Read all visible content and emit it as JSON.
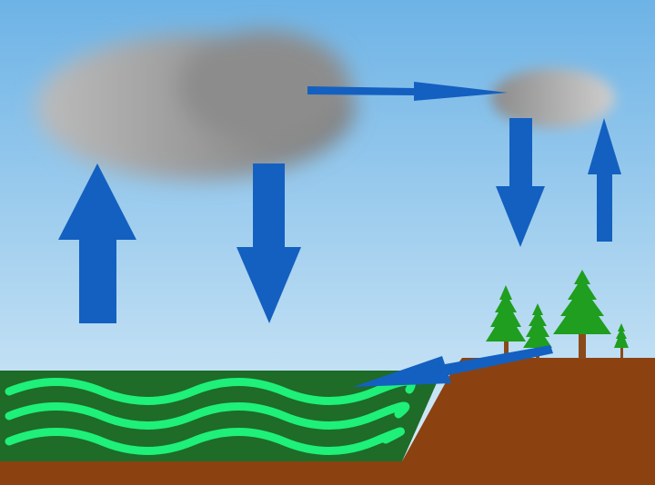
{
  "diagram": {
    "colors": {
      "sky_top": "#6db3e6",
      "sky_bottom": "#dceef8",
      "cloud": "#8c8c8c",
      "arrow": "#1460c0",
      "water": "#1f6b28",
      "wave": "#1ef07a",
      "soil": "#8b4210",
      "tree": "#1f9e1f",
      "trunk": "#8b4a1a"
    },
    "elements": [
      {
        "name": "sky",
        "kind": "background"
      },
      {
        "name": "large-cloud",
        "kind": "cloud"
      },
      {
        "name": "small-cloud",
        "kind": "cloud"
      },
      {
        "name": "ocean",
        "kind": "water"
      },
      {
        "name": "land",
        "kind": "ground"
      },
      {
        "name": "forest",
        "kind": "trees",
        "count": 4
      },
      {
        "name": "evaporation-arrow",
        "kind": "arrow",
        "direction": "up"
      },
      {
        "name": "precipitation-arrow-ocean",
        "kind": "arrow",
        "direction": "down"
      },
      {
        "name": "advection-arrow",
        "kind": "arrow",
        "direction": "right"
      },
      {
        "name": "precipitation-arrow-land",
        "kind": "arrow",
        "direction": "down"
      },
      {
        "name": "evapotranspiration-arrow",
        "kind": "arrow",
        "direction": "up"
      },
      {
        "name": "runoff-arrow",
        "kind": "arrow",
        "direction": "down-left"
      }
    ]
  }
}
